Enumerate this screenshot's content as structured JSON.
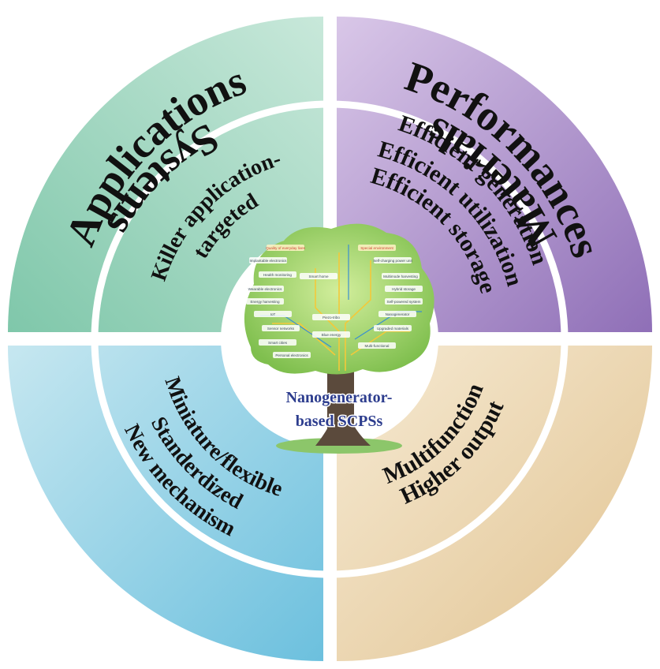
{
  "center": {
    "title_line1": "Nanogenerator-",
    "title_line2": "based SCPSs",
    "tree_labels": [
      "Quality of everyday lives",
      "Special environment",
      "Implantable electronics",
      "Self-charging power unit",
      "Health monitoring",
      "Smart home",
      "Multimode harvesting",
      "Wearable electronics",
      "Hybrid storage",
      "Energy harvesting",
      "Self-powered system",
      "IoT",
      "Piezo-tribo",
      "Nanogenerator",
      "Sensor networks",
      "Blue energy",
      "Upgraded materials",
      "Smart cities",
      "Multi-functional",
      "Personal electronics"
    ]
  },
  "quadrants": {
    "applications": {
      "title": "Applications",
      "line1": "Killer application-",
      "line2": "targeted",
      "color": "#a8d9c3"
    },
    "performances": {
      "title": "Performances",
      "line1": "Efficient generation",
      "line2": "Efficient utilization",
      "line3": "Efficient storage",
      "color": "#bfa6d6"
    },
    "systems": {
      "title": "Systems",
      "line1": "Miniature/flexible",
      "line2": "Standerdized",
      "line3": "New mechanism",
      "color": "#9ed4e6"
    },
    "materials": {
      "title": "Materials",
      "line1": "Higher output",
      "line2": "Multifunction",
      "color": "#efdcb9"
    }
  }
}
